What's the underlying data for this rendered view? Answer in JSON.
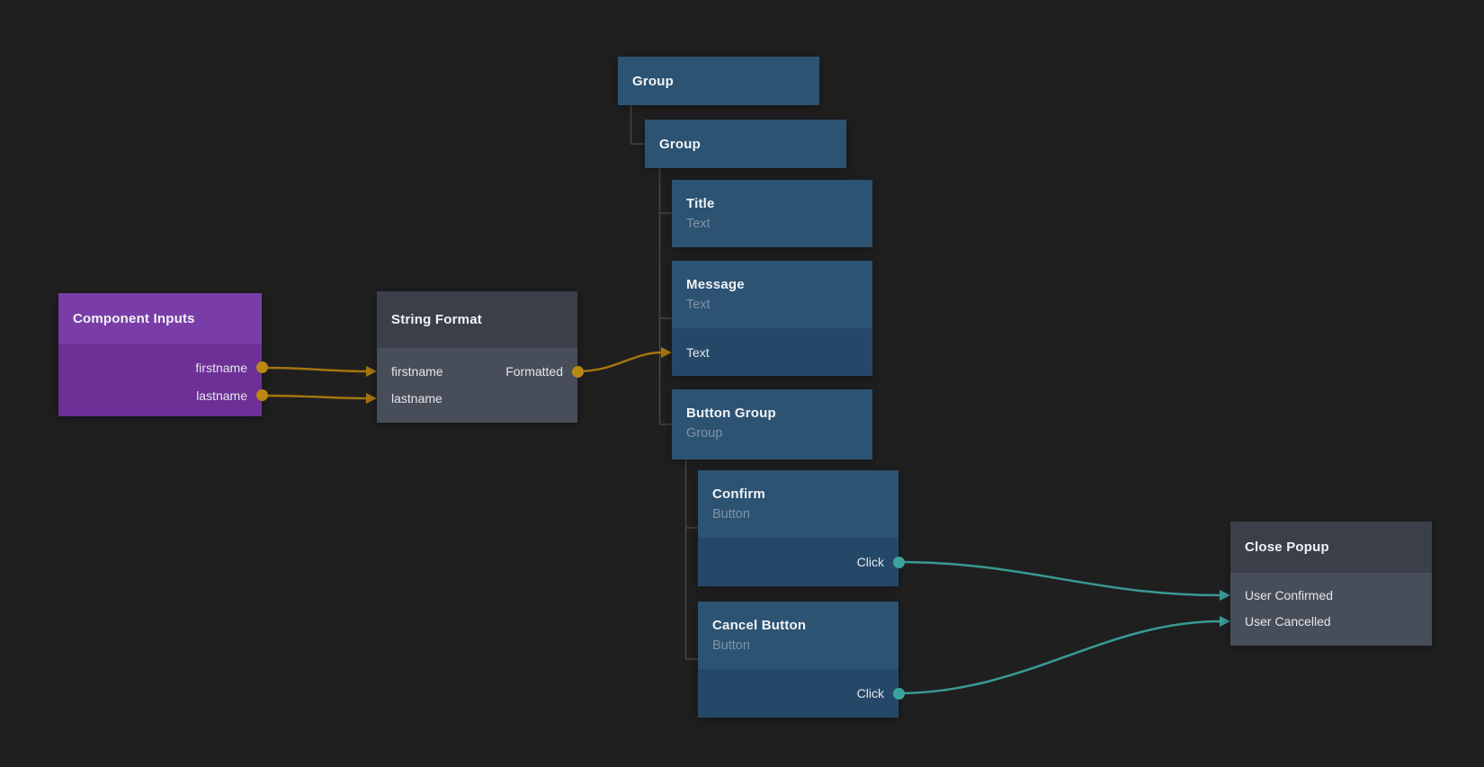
{
  "colors": {
    "background": "#1f1f20",
    "data_wire": "#a3750e",
    "data_port_dot": "#bb8812",
    "signal_wire": "#399a94",
    "signal_port_dot": "#3aa49c",
    "hierarchy_line": "#454545",
    "blue_node_header": "#2d5373",
    "blue_node_ports": "#264868",
    "gray_node_header": "#3a3f4a",
    "gray_node_body": "#474d59",
    "purple_node_header": "#7a3da8",
    "purple_node_body": "#6d3097"
  },
  "nodes": {
    "component_inputs": {
      "title": "Component Inputs",
      "outputs": [
        "firstname",
        "lastname"
      ]
    },
    "string_format": {
      "title": "String Format",
      "inputs": [
        "firstname",
        "lastname"
      ],
      "outputs": [
        "Formatted"
      ]
    },
    "group1": {
      "title": "Group"
    },
    "group2": {
      "title": "Group"
    },
    "title_node": {
      "title": "Title",
      "subtitle": "Text"
    },
    "message": {
      "title": "Message",
      "subtitle": "Text",
      "inputs": [
        "Text"
      ]
    },
    "button_group": {
      "title": "Button Group",
      "subtitle": "Group"
    },
    "confirm": {
      "title": "Confirm",
      "subtitle": "Button",
      "outputs": [
        "Click"
      ]
    },
    "cancel_button": {
      "title": "Cancel Button",
      "subtitle": "Button",
      "outputs": [
        "Click"
      ]
    },
    "close_popup": {
      "title": "Close Popup",
      "inputs": [
        "User Confirmed",
        "User Cancelled"
      ]
    }
  },
  "connections": [
    {
      "from": "Component Inputs.firstname",
      "to": "String Format.firstname",
      "type": "data"
    },
    {
      "from": "Component Inputs.lastname",
      "to": "String Format.lastname",
      "type": "data"
    },
    {
      "from": "String Format.Formatted",
      "to": "Message.Text",
      "type": "data"
    },
    {
      "from": "Confirm.Click",
      "to": "Close Popup.User Confirmed",
      "type": "signal"
    },
    {
      "from": "Cancel Button.Click",
      "to": "Close Popup.User Cancelled",
      "type": "signal"
    }
  ]
}
